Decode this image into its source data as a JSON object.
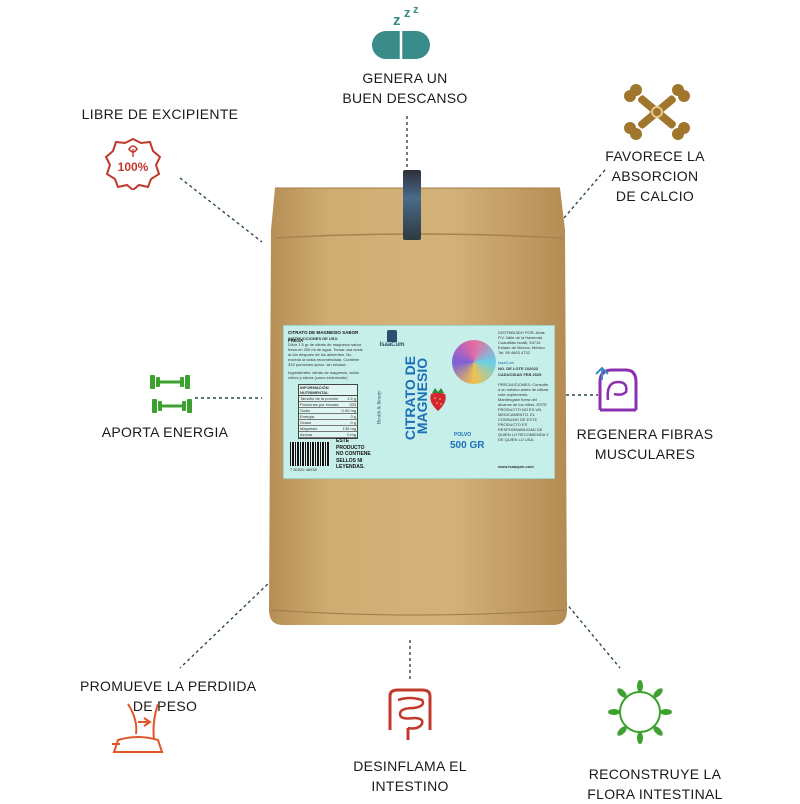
{
  "benefits": {
    "sleep": [
      "GENERA UN",
      "BUEN DESCANSO"
    ],
    "excipient": [
      "LIBRE DE EXCIPIENTE"
    ],
    "excipient_badge": "100%",
    "calcium": [
      "FAVORECE LA",
      "ABSORCION",
      "DE CALCIO"
    ],
    "energy": [
      "APORTA ENERGIA"
    ],
    "muscle": [
      "REGENERA FIBRAS",
      "MUSCULARES"
    ],
    "weight": [
      "PROMUEVE LA PERDIIDA",
      "DE PESO"
    ],
    "intestine": [
      "DESINFLAMA EL",
      "INTESTINO"
    ],
    "flora": [
      "RECONSTRUYE LA",
      "FLORA INTESTINAL"
    ]
  },
  "label": {
    "brand": "IsaaCum",
    "tagline": "Health & Beauty",
    "title_line1": "CITRATO DE",
    "title_line2": "MAGNESIO",
    "form": "POLVO",
    "weight": "500 GR",
    "seal_text": "ESTE PRODUCTO NO CONTIENE SELLOS NI LEYENDAS.",
    "product_name": "CITRATO DE MAGNESIO SABOR FRESA",
    "instructions_title": "INSTRUCCIONES DE USO",
    "instructions": "Diluir 1.5 gr de citrato de magnesio sabor fresa en 200 ml de agua. Tomar una dosis al día después de los alimentos. No exceda la dosis recomendada. Contiene 333 porciones aprox. sin envase.",
    "ingredients": "Ingredientes: citrato de magnesio, ácido cítrico y stevia (como endulzante)",
    "nutrition_header": "INFORMACIÓN NUTRIMENTAL",
    "nutrition_rows": [
      [
        "Tamaño de la porción",
        "1.5 g"
      ],
      [
        "Porciones por envase",
        "333"
      ],
      [
        "Sodio",
        "0.00 mg"
      ],
      [
        "Energía",
        "0 g"
      ],
      [
        "Grasa",
        "0 g"
      ],
      [
        "Magnesio",
        "135 mg"
      ],
      [
        "Azúcar",
        "0 mg"
      ]
    ],
    "distributor": "DISTRIBUIDO POR: Arias P.V. Valle de la Hacienda Cuautitlán Izcalli, 54715 Estado de México, México Tel: 55 4663 4732",
    "lot": "NO. DE LOTE 102023",
    "expiry": "CADUCIDAD FEB 2025",
    "social": "IsaaCum",
    "warnings": "PRECAUCIONES: Consulte a su médico antes de utilizar este suplemento. Manténgase fuera del alcance de los niños. ESTE PRODUCTO NO ES UN MEDICAMENTO. EL CONSUMO DE ESTE PRODUCTO ES RESPONSABILIDAD DE QUIEN LO RECOMIENDA Y DE QUIEN LO USA.",
    "website": "www.isaaqum.com",
    "barcode": "7 50320 46038"
  },
  "colors": {
    "kraft": "#c9a66b",
    "label_bg": "#c7efe9",
    "teal_icon": "#3a8c8a",
    "red_icon": "#c0392b",
    "gold_icon": "#a0762c",
    "green_icon": "#3da12f",
    "purple_icon": "#8a2fb0",
    "orange_icon": "#e0562b"
  }
}
